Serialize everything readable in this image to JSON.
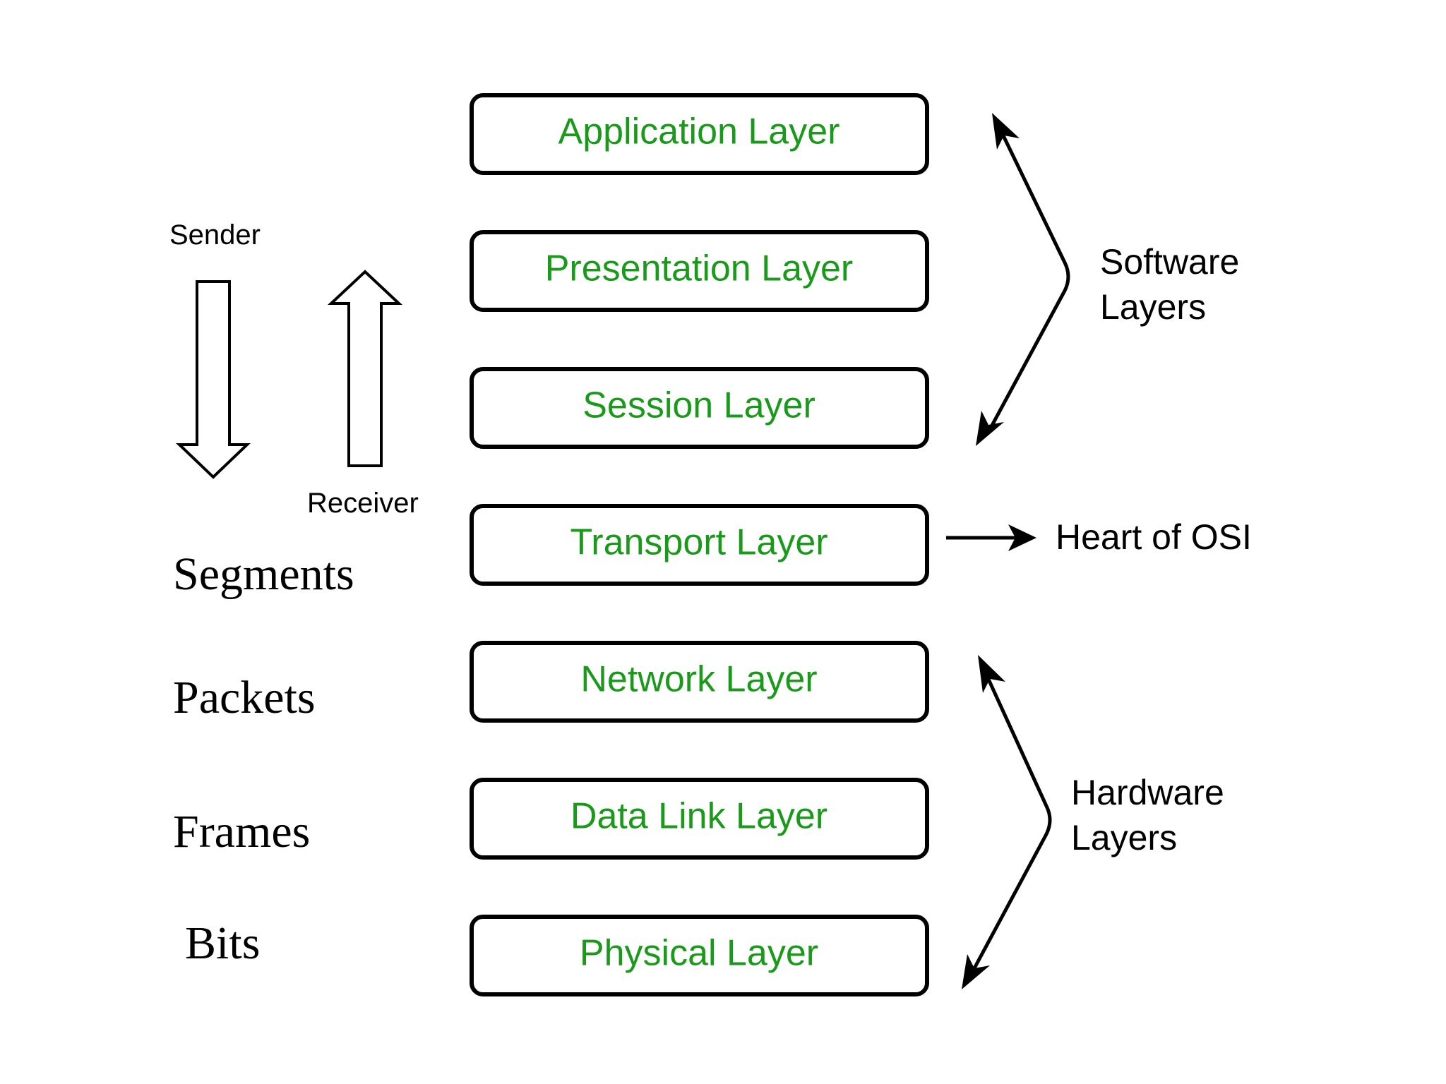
{
  "colors": {
    "layer_text": "#1a9a1a",
    "outline": "#000000"
  },
  "layers": [
    {
      "label": "Application Layer"
    },
    {
      "label": "Presentation Layer"
    },
    {
      "label": "Session Layer"
    },
    {
      "label": "Transport Layer"
    },
    {
      "label": "Network Layer"
    },
    {
      "label": "Data Link Layer"
    },
    {
      "label": "Physical Layer"
    }
  ],
  "direction": {
    "sender": "Sender",
    "receiver": "Receiver"
  },
  "data_units": {
    "segments": "Segments",
    "packets": "Packets",
    "frames": "Frames",
    "bits": "Bits"
  },
  "groups": {
    "software": {
      "line1": "Software",
      "line2": "Layers"
    },
    "heart": "Heart of OSI",
    "hardware": {
      "line1": "Hardware",
      "line2": "Layers"
    }
  }
}
